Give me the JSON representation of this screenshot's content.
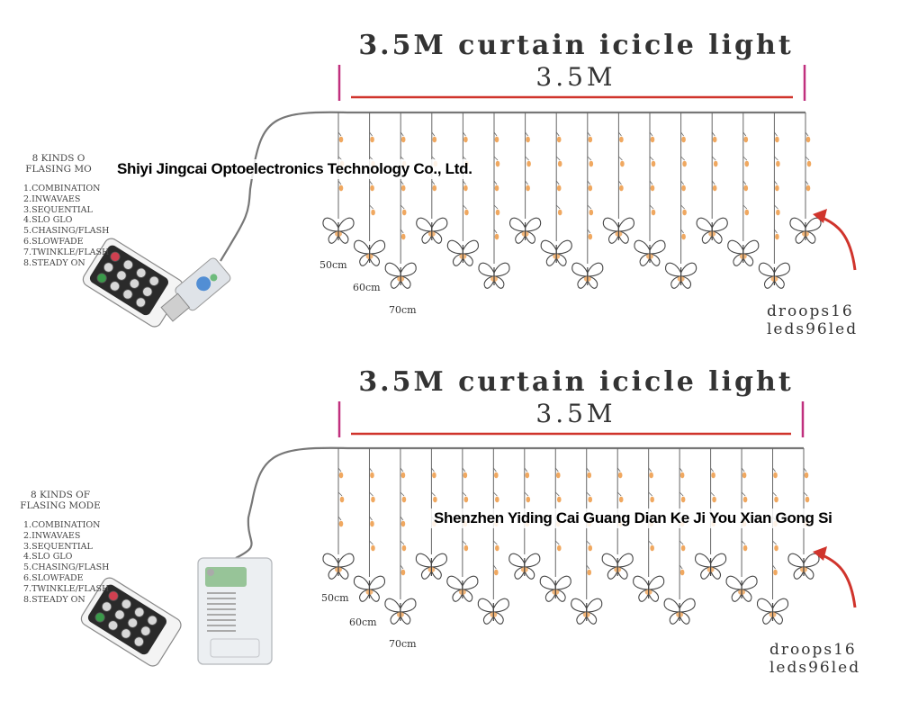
{
  "colors": {
    "dimension_line": "#d0342c",
    "marker": "#c0307e",
    "wire": "#777777",
    "bulb": "#f0a860",
    "arrow": "#d0342c"
  },
  "panels": [
    {
      "title": "3.5M curtain icicle light",
      "width_label": "3.5M",
      "mode_heading": "8 KINDS O\nFLASING MO",
      "modes": [
        "1.COMBINATION",
        "2.INWAVAES",
        "3.SEQUENTIAL",
        "4.SLO GLO",
        "5.CHASING/FLASH",
        "6.SLOWFADE",
        "7.TWINKLE/FLASH",
        "8.STEADY ON"
      ],
      "drop_labels": [
        "50cm",
        "60cm",
        "70cm"
      ],
      "spec_line1": "droops16",
      "spec_line2": "leds96led",
      "watermark": "Shiyi Jingcai Optoelectronics Technology Co., Ltd.",
      "controller": "usb-plug-icon"
    },
    {
      "title": "3.5M curtain icicle light",
      "width_label": "3.5M",
      "mode_heading": "8 KINDS OF\nFLASING MODE",
      "modes": [
        "1.COMBINATION",
        "2.INWAVAES",
        "3.SEQUENTIAL",
        "4.SLO GLO",
        "5.CHASING/FLASH",
        "6.SLOWFADE",
        "7.TWINKLE/FLASH",
        "8.STEADY ON"
      ],
      "drop_labels": [
        "50cm",
        "60cm",
        "70cm"
      ],
      "spec_line1": "droops16",
      "spec_line2": "leds96led",
      "watermark": "Shenzhen Yiding Cai Guang Dian Ke Ji You Xian Gong Si",
      "controller": "battery-box-icon"
    }
  ]
}
